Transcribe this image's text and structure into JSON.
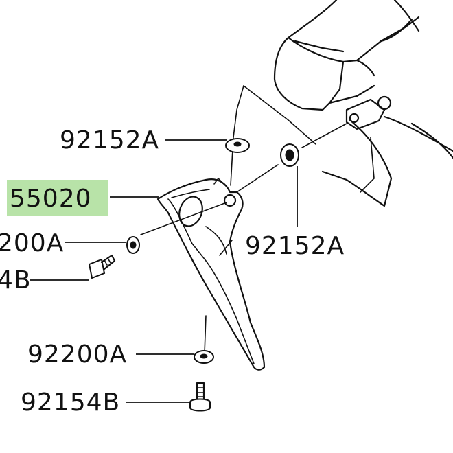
{
  "parts": {
    "washer_top_label": "92152A",
    "washer_right_label": "92152A",
    "bracket_label": "55020",
    "washer_left_label": "200A",
    "bolt_left_label": "4B",
    "washer_bottom_label": "92200A",
    "bolt_bottom_label": "92154B"
  },
  "highlight": {
    "color": "#b8e3a8",
    "part": "55020"
  }
}
